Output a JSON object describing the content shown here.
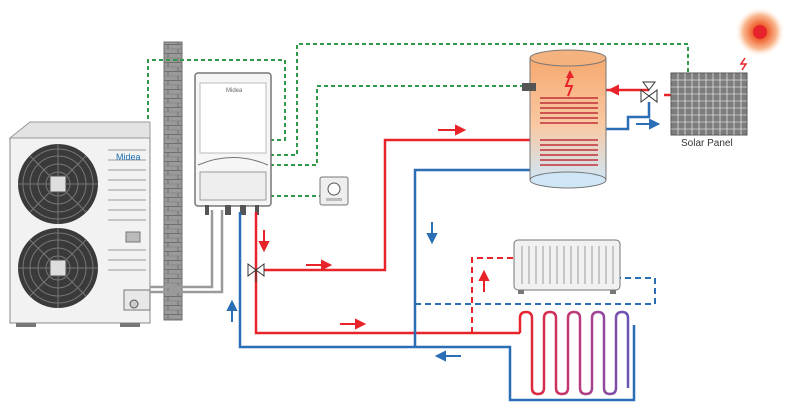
{
  "outdoor_unit": {
    "brand": "Midea"
  },
  "hydro_box": {
    "brand": "Midea"
  },
  "solar_panel": {
    "label": "Solar Panel"
  },
  "colors": {
    "hot_pipe": "#e8232a",
    "cold_pipe": "#2a6fb6",
    "control_wire": "#2e9a4a",
    "wall": "#8a8a8a",
    "unit_body": "#f3f3f3",
    "tank_top": "#f7b183",
    "tank_bottom": "#cfe6f6",
    "sun": "#e8432a"
  },
  "icons": {
    "sun": "sun-icon",
    "lightning": "lightning-icon",
    "valve": "three-way-valve-icon",
    "thermostat": "thermostat-icon"
  }
}
